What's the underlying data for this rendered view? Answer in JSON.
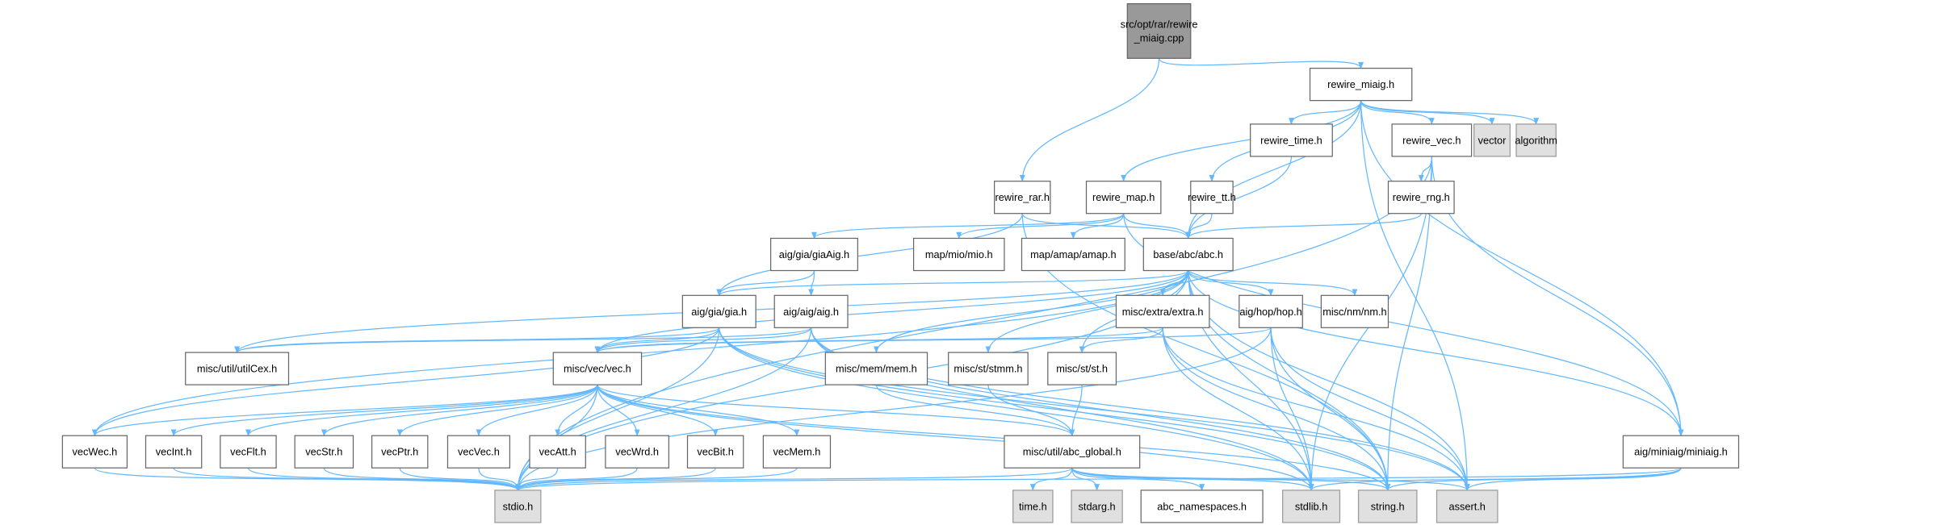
{
  "title": "src/opt/rar/rewire_miaig.cpp",
  "colors": {
    "edge": "#63b8ff",
    "root_fill": "#999999",
    "external_fill": "#e0e0e0",
    "node_fill": "#ffffff"
  },
  "nodes": [
    {
      "id": "cpp",
      "label": "src/opt/rar/rewire\n_miaig.cpp",
      "kind": "root"
    },
    {
      "id": "miaig",
      "label": "rewire_miaig.h",
      "kind": "normal"
    },
    {
      "id": "time_r",
      "label": "rewire_time.h",
      "kind": "normal"
    },
    {
      "id": "vec_r",
      "label": "rewire_vec.h",
      "kind": "normal"
    },
    {
      "id": "vector",
      "label": "vector",
      "kind": "external"
    },
    {
      "id": "algorithm",
      "label": "algorithm",
      "kind": "external"
    },
    {
      "id": "rar",
      "label": "rewire_rar.h",
      "kind": "normal"
    },
    {
      "id": "map",
      "label": "rewire_map.h",
      "kind": "normal"
    },
    {
      "id": "tt",
      "label": "rewire_tt.h",
      "kind": "normal"
    },
    {
      "id": "rng",
      "label": "rewire_rng.h",
      "kind": "normal"
    },
    {
      "id": "giaAig",
      "label": "aig/gia/giaAig.h",
      "kind": "normal"
    },
    {
      "id": "mio",
      "label": "map/mio/mio.h",
      "kind": "normal"
    },
    {
      "id": "amap",
      "label": "map/amap/amap.h",
      "kind": "normal"
    },
    {
      "id": "abc",
      "label": "base/abc/abc.h",
      "kind": "normal"
    },
    {
      "id": "gia",
      "label": "aig/gia/gia.h",
      "kind": "normal"
    },
    {
      "id": "aig",
      "label": "aig/aig/aig.h",
      "kind": "normal"
    },
    {
      "id": "extra",
      "label": "misc/extra/extra.h",
      "kind": "normal"
    },
    {
      "id": "hop",
      "label": "aig/hop/hop.h",
      "kind": "normal"
    },
    {
      "id": "nm",
      "label": "misc/nm/nm.h",
      "kind": "normal"
    },
    {
      "id": "utilCex",
      "label": "misc/util/utilCex.h",
      "kind": "normal"
    },
    {
      "id": "vec",
      "label": "misc/vec/vec.h",
      "kind": "normal"
    },
    {
      "id": "mem",
      "label": "misc/mem/mem.h",
      "kind": "normal"
    },
    {
      "id": "stmm",
      "label": "misc/st/stmm.h",
      "kind": "normal"
    },
    {
      "id": "st",
      "label": "misc/st/st.h",
      "kind": "normal"
    },
    {
      "id": "vecWec",
      "label": "vecWec.h",
      "kind": "normal"
    },
    {
      "id": "vecInt",
      "label": "vecInt.h",
      "kind": "normal"
    },
    {
      "id": "vecFlt",
      "label": "vecFlt.h",
      "kind": "normal"
    },
    {
      "id": "vecStr",
      "label": "vecStr.h",
      "kind": "normal"
    },
    {
      "id": "vecPtr",
      "label": "vecPtr.h",
      "kind": "normal"
    },
    {
      "id": "vecVec",
      "label": "vecVec.h",
      "kind": "normal"
    },
    {
      "id": "vecAtt",
      "label": "vecAtt.h",
      "kind": "normal"
    },
    {
      "id": "vecWrd",
      "label": "vecWrd.h",
      "kind": "normal"
    },
    {
      "id": "vecBit",
      "label": "vecBit.h",
      "kind": "normal"
    },
    {
      "id": "vecMem",
      "label": "vecMem.h",
      "kind": "normal"
    },
    {
      "id": "abc_global",
      "label": "misc/util/abc_global.h",
      "kind": "normal"
    },
    {
      "id": "miniaig",
      "label": "aig/miniaig/miniaig.h",
      "kind": "normal"
    },
    {
      "id": "stdio",
      "label": "stdio.h",
      "kind": "external"
    },
    {
      "id": "time",
      "label": "time.h",
      "kind": "external"
    },
    {
      "id": "stdarg",
      "label": "stdarg.h",
      "kind": "external"
    },
    {
      "id": "abc_ns",
      "label": "abc_namespaces.h",
      "kind": "normal"
    },
    {
      "id": "stdlib",
      "label": "stdlib.h",
      "kind": "external"
    },
    {
      "id": "string",
      "label": "string.h",
      "kind": "external"
    },
    {
      "id": "assert",
      "label": "assert.h",
      "kind": "external"
    }
  ],
  "edges": [
    [
      "cpp",
      "miaig"
    ],
    [
      "cpp",
      "rar"
    ],
    [
      "miaig",
      "time_r"
    ],
    [
      "miaig",
      "vec_r"
    ],
    [
      "miaig",
      "vector"
    ],
    [
      "miaig",
      "algorithm"
    ],
    [
      "miaig",
      "map"
    ],
    [
      "miaig",
      "tt"
    ],
    [
      "miaig",
      "abc"
    ],
    [
      "miaig",
      "miniaig"
    ],
    [
      "miaig",
      "assert"
    ],
    [
      "vec_r",
      "rng"
    ],
    [
      "vec_r",
      "stdio"
    ],
    [
      "vec_r",
      "stdlib"
    ],
    [
      "vec_r",
      "string"
    ],
    [
      "vec_r",
      "miniaig"
    ],
    [
      "time_r",
      "abc"
    ],
    [
      "tt",
      "abc"
    ],
    [
      "rng",
      "abc"
    ],
    [
      "rar",
      "abc"
    ],
    [
      "rar",
      "gia"
    ],
    [
      "rar",
      "string"
    ],
    [
      "map",
      "abc"
    ],
    [
      "map",
      "mio"
    ],
    [
      "map",
      "amap"
    ],
    [
      "map",
      "giaAig"
    ],
    [
      "map",
      "miniaig"
    ],
    [
      "giaAig",
      "gia"
    ],
    [
      "giaAig",
      "aig"
    ],
    [
      "abc",
      "gia"
    ],
    [
      "abc",
      "vec"
    ],
    [
      "abc",
      "utilCex"
    ],
    [
      "abc",
      "extra"
    ],
    [
      "abc",
      "hop"
    ],
    [
      "abc",
      "nm"
    ],
    [
      "abc",
      "mem"
    ],
    [
      "abc",
      "stmm"
    ],
    [
      "abc",
      "st"
    ],
    [
      "abc",
      "miniaig"
    ],
    [
      "abc",
      "stdio"
    ],
    [
      "abc",
      "stdlib"
    ],
    [
      "abc",
      "string"
    ],
    [
      "abc",
      "assert"
    ],
    [
      "abc",
      "vecWec"
    ],
    [
      "gia",
      "vec"
    ],
    [
      "gia",
      "utilCex"
    ],
    [
      "gia",
      "vecWec"
    ],
    [
      "gia",
      "stdio"
    ],
    [
      "gia",
      "stdlib"
    ],
    [
      "gia",
      "string"
    ],
    [
      "gia",
      "assert"
    ],
    [
      "aig",
      "vec"
    ],
    [
      "aig",
      "utilCex"
    ],
    [
      "aig",
      "stdio"
    ],
    [
      "aig",
      "string"
    ],
    [
      "aig",
      "assert"
    ],
    [
      "aig",
      "stdlib"
    ],
    [
      "extra",
      "vec"
    ],
    [
      "extra",
      "st"
    ],
    [
      "extra",
      "stdlib"
    ],
    [
      "extra",
      "string"
    ],
    [
      "extra",
      "assert"
    ],
    [
      "hop",
      "vec"
    ],
    [
      "hop",
      "stdio"
    ],
    [
      "hop",
      "stdlib"
    ],
    [
      "hop",
      "string"
    ],
    [
      "hop",
      "assert"
    ],
    [
      "vec",
      "vecWec"
    ],
    [
      "vec",
      "vecInt"
    ],
    [
      "vec",
      "vecFlt"
    ],
    [
      "vec",
      "vecStr"
    ],
    [
      "vec",
      "vecPtr"
    ],
    [
      "vec",
      "vecVec"
    ],
    [
      "vec",
      "vecAtt"
    ],
    [
      "vec",
      "vecWrd"
    ],
    [
      "vec",
      "vecBit"
    ],
    [
      "vec",
      "vecMem"
    ],
    [
      "vec",
      "abc_global"
    ],
    [
      "vec",
      "stdio"
    ],
    [
      "vec",
      "stdlib"
    ],
    [
      "vec",
      "string"
    ],
    [
      "vecWec",
      "stdio"
    ],
    [
      "vecInt",
      "stdio"
    ],
    [
      "vecFlt",
      "stdio"
    ],
    [
      "vecStr",
      "stdio"
    ],
    [
      "vecPtr",
      "stdio"
    ],
    [
      "vecVec",
      "stdio"
    ],
    [
      "vecAtt",
      "stdio"
    ],
    [
      "vecWrd",
      "stdio"
    ],
    [
      "vecBit",
      "stdio"
    ],
    [
      "vecMem",
      "stdio"
    ],
    [
      "mem",
      "abc_global"
    ],
    [
      "stmm",
      "abc_global"
    ],
    [
      "st",
      "abc_global"
    ],
    [
      "abc_global",
      "time"
    ],
    [
      "abc_global",
      "stdarg"
    ],
    [
      "abc_global",
      "abc_ns"
    ],
    [
      "abc_global",
      "stdio"
    ],
    [
      "abc_global",
      "stdlib"
    ],
    [
      "abc_global",
      "string"
    ],
    [
      "abc_global",
      "assert"
    ],
    [
      "miniaig",
      "stdio"
    ],
    [
      "miniaig",
      "stdlib"
    ],
    [
      "miniaig",
      "string"
    ],
    [
      "miniaig",
      "assert"
    ]
  ]
}
